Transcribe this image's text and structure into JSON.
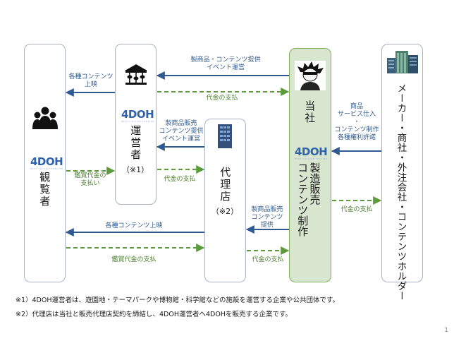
{
  "nodes": {
    "viewer": {
      "title": "観覧者",
      "logo_text": "4DOH",
      "logo_sub": "BEST CULTURE THEATER"
    },
    "operator": {
      "title": "運営者",
      "note": "（※1）",
      "logo_text": "4DOH",
      "logo_sub": "BEST CULTURE THEATER"
    },
    "agency": {
      "title": "代理店",
      "note": "（※2）"
    },
    "company": {
      "title": "当社",
      "logo_text": "4DOH",
      "logo_sub": "BEST CULTURE THEATER",
      "role": "製造販売\nコンテンツ制作"
    },
    "makers": {
      "title": "メーカー・商社・外注会社・コンテンツホルダー"
    }
  },
  "flows": {
    "company_to_operator": "製商品・コンテンツ提供\nイベント運営",
    "operator_to_company_pay": "代金の支払",
    "operator_to_viewer": "各種コンテンツ\n上映",
    "viewer_to_operator_pay": "鑑賞代金の\n支払い",
    "agency_to_operator": "製商品販売\nコンテンツ提供\nイベント運営",
    "operator_to_agency_pay": "代金の支払",
    "makers_to_company": "商品\nサービス仕入\n・\nコンテンツ制作\n各種権利許諾",
    "company_to_makers_pay": "代金の支払",
    "company_to_agency": "製商品販売\nコンテンツ\n提供",
    "agency_to_viewer": "各種コンテンツ上映",
    "viewer_to_agency_pay": "鑑賞代金の支払",
    "agency_to_company_pay": "代金の支払"
  },
  "footnotes": [
    "※1）4DOH運営者は、遊園地・テーマパークや博物館・科学館などの施設を運営する企業や公共団体です。",
    "※2）代理店は当社と販売代理店契約を締結し、4DOH運営者へ4DOHを販売する企業です。"
  ],
  "page_number": "1",
  "colors": {
    "blue_arrow": "#2f5a8f",
    "green_arrow": "#5a9a3a",
    "company_fill": "#d9e6cf",
    "company_border": "#7fae5f",
    "box_border": "#a9b4c6"
  },
  "icons": [
    "people-icon",
    "carousel-icon",
    "building-icon",
    "person-icon",
    "skyscraper-icon"
  ]
}
